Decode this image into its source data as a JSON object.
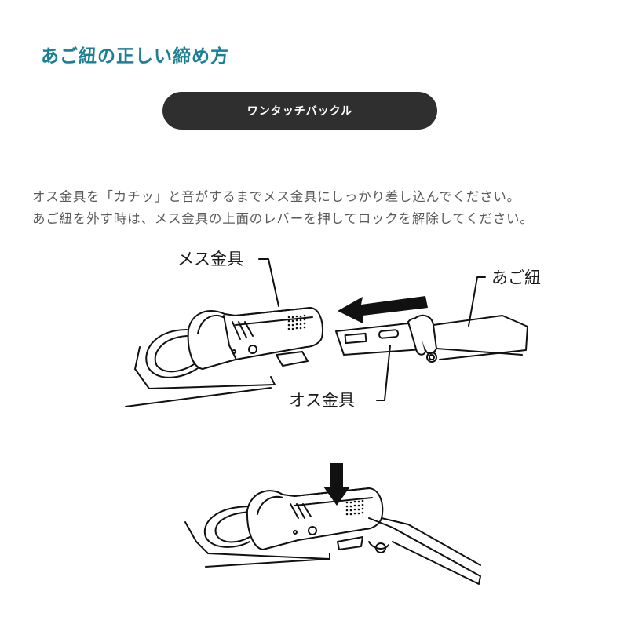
{
  "heading": "あご紐の正しい締め方",
  "section_pill": "ワンタッチバックル",
  "instructions": [
    "オス金具を「カチッ」と音がするまでメス金具にしっかり差し込んでください。",
    "あご紐を外す時は、メス金具の上面のレバーを押してロックを解除してください。"
  ],
  "diagram_labels": {
    "female_buckle": "メス金具",
    "chin_strap": "あご紐",
    "male_buckle": "オス金具"
  },
  "colors": {
    "heading": "#1b7f95",
    "pill_bg": "#2f2f2f",
    "body_text": "#5a5a5a"
  }
}
